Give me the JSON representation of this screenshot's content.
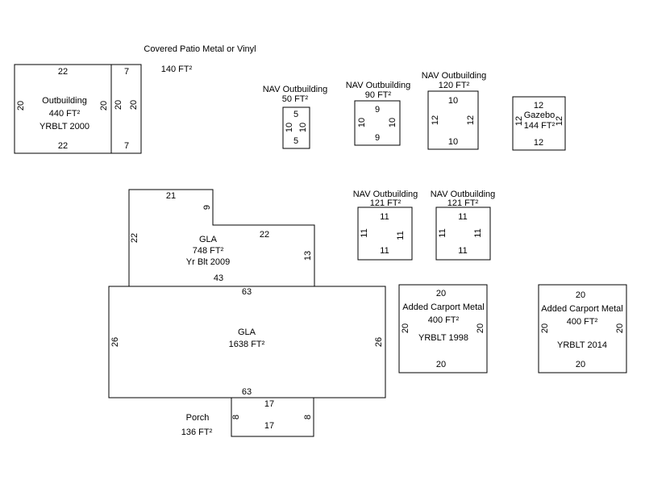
{
  "sketch": {
    "covered_patio": {
      "title": "Covered Patio Metal or Vinyl",
      "area": "140 FT²",
      "dim_top": "7",
      "dim_bottom": "7",
      "dim_left": "20",
      "dim_right": "20"
    },
    "outbuilding": {
      "name": "Outbuilding",
      "area": "440 FT²",
      "year": "YRBLT 2000",
      "dim_top": "22",
      "dim_bottom": "22",
      "dim_left": "20",
      "dim_right": "20"
    },
    "nav_outbuilding_50": {
      "title": "NAV Outbuilding",
      "area": "50 FT²",
      "dim_top": "5",
      "dim_bottom": "5",
      "dim_left": "10",
      "dim_right": "10"
    },
    "nav_outbuilding_90": {
      "title": "NAV Outbuilding",
      "area": "90 FT²",
      "dim_top": "9",
      "dim_bottom": "9",
      "dim_left": "10",
      "dim_right": "10"
    },
    "nav_outbuilding_120": {
      "title": "NAV Outbuilding",
      "area": "120 FT²",
      "dim_top": "10",
      "dim_bottom": "10",
      "dim_left": "12",
      "dim_right": "12"
    },
    "gazebo": {
      "name": "Gazebo",
      "area": "144 FT²",
      "dim_top": "12",
      "dim_bottom": "12",
      "dim_left": "12",
      "dim_right": "12"
    },
    "nav_outbuilding_121_left": {
      "title": "NAV Outbuilding",
      "area": "121 FT²",
      "dim_top": "11",
      "dim_bottom": "11",
      "dim_left": "11",
      "dim_right": "11"
    },
    "nav_outbuilding_121_right": {
      "title": "NAV Outbuilding",
      "area": "121 FT²",
      "dim_top": "11",
      "dim_bottom": "11",
      "dim_left": "11",
      "dim_right": "11"
    },
    "gla_748": {
      "name": "GLA",
      "area": "748 FT²",
      "year": "Yr Blt 2009",
      "dim_top": "21",
      "dim_step_side": "9",
      "dim_step_top": "22",
      "dim_left": "22",
      "dim_right": "13",
      "dim_bottom": "43"
    },
    "gla_1638": {
      "name": "GLA",
      "area": "1638 FT²",
      "dim_top": "63",
      "dim_bottom": "63",
      "dim_left": "26",
      "dim_right": "26"
    },
    "porch": {
      "name": "Porch",
      "area": "136 FT²",
      "dim_top": "17",
      "dim_bottom": "17",
      "dim_left": "8",
      "dim_right": "8"
    },
    "carport_1998": {
      "name": "Added Carport Metal",
      "area": "400 FT²",
      "year": "YRBLT 1998",
      "dim_top": "20",
      "dim_bottom": "20",
      "dim_left": "20",
      "dim_right": "20"
    },
    "carport_2014": {
      "name": "Added Carport Metal",
      "area": "400 FT²",
      "year": "YRBLT 2014",
      "dim_top": "20",
      "dim_bottom": "20",
      "dim_left": "20",
      "dim_right": "20"
    }
  }
}
